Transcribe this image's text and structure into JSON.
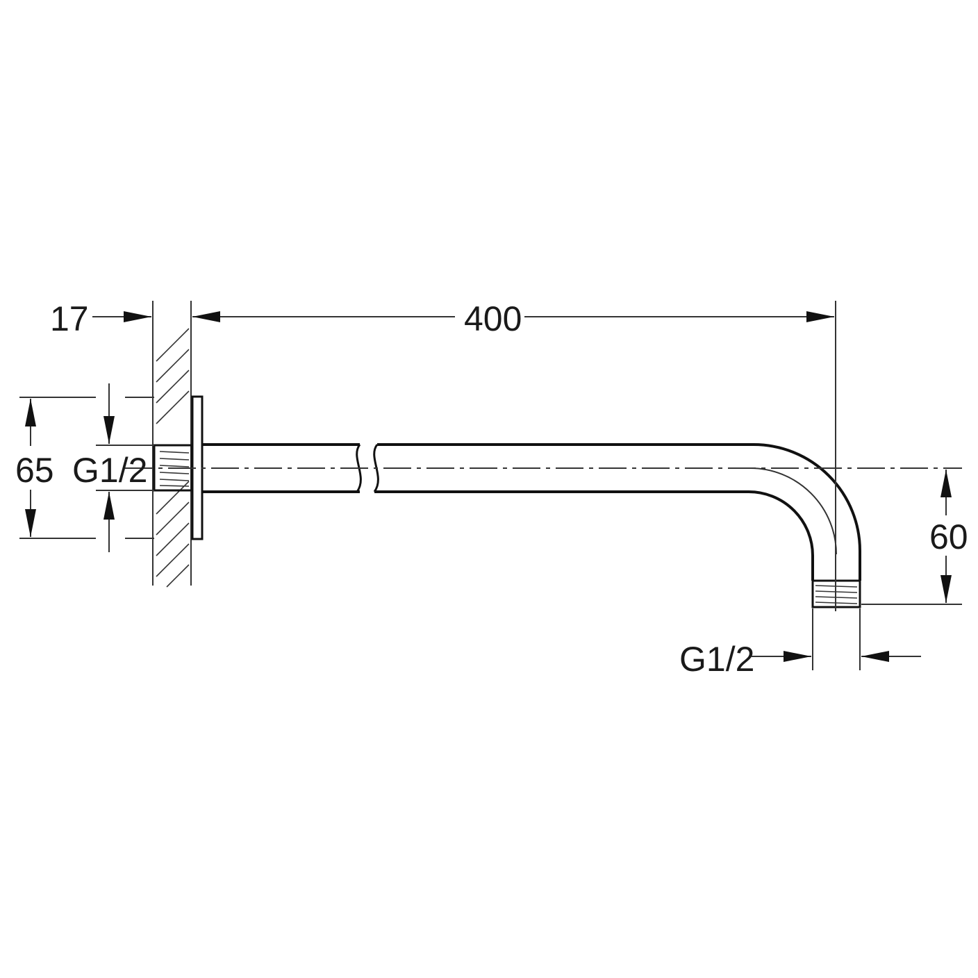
{
  "dimensions": {
    "flange_depth": "17",
    "arm_length": "400",
    "flange_diameter": "65",
    "wall_thread": "G1/2",
    "drop_height": "60",
    "outlet_thread": "G1/2"
  },
  "colors": {
    "line": "#111111",
    "background": "#ffffff"
  }
}
